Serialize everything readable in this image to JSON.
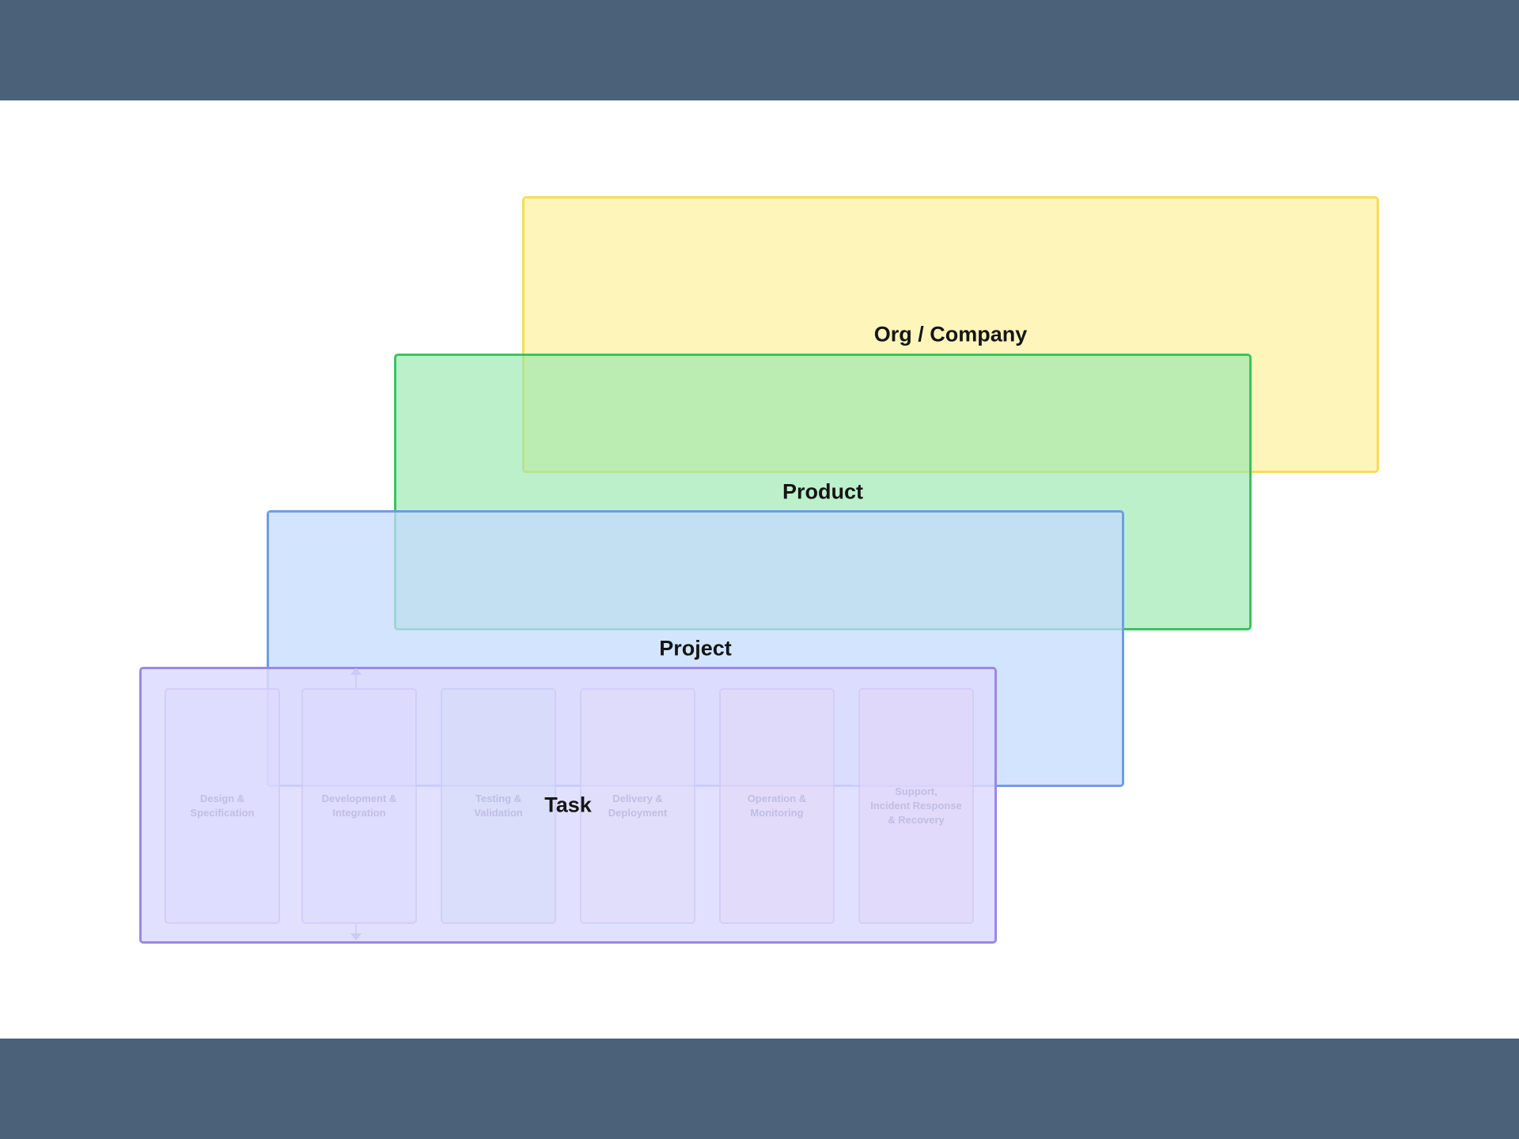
{
  "layers": {
    "org": {
      "label": "Org / Company",
      "fill": "#fef3aa",
      "border": "#f7dc5b"
    },
    "product": {
      "label": "Product",
      "fill": "#96e8af",
      "border": "#3bc45d"
    },
    "project": {
      "label": "Project",
      "fill": "#c4dbff",
      "border": "#6d9ee3"
    },
    "task": {
      "label": "Task",
      "fill": "#dddaff",
      "border": "#9a88e6"
    }
  },
  "phases": [
    {
      "label": "Design &\nSpecification",
      "tint": "#dcd9ff"
    },
    {
      "label": "Development &\nIntegration",
      "tint": "#dcd9ff"
    },
    {
      "label": "Testing &\nValidation",
      "tint": "#d6dcf7"
    },
    {
      "label": "Delivery &\nDeployment",
      "tint": "#e1dcf8"
    },
    {
      "label": "Operation &\nMonitoring",
      "tint": "#e3d8f7"
    },
    {
      "label": "Support,\nIncident Response\n& Recovery",
      "tint": "#e1d5f7"
    }
  ],
  "bands": {
    "color": "#4b6179"
  }
}
